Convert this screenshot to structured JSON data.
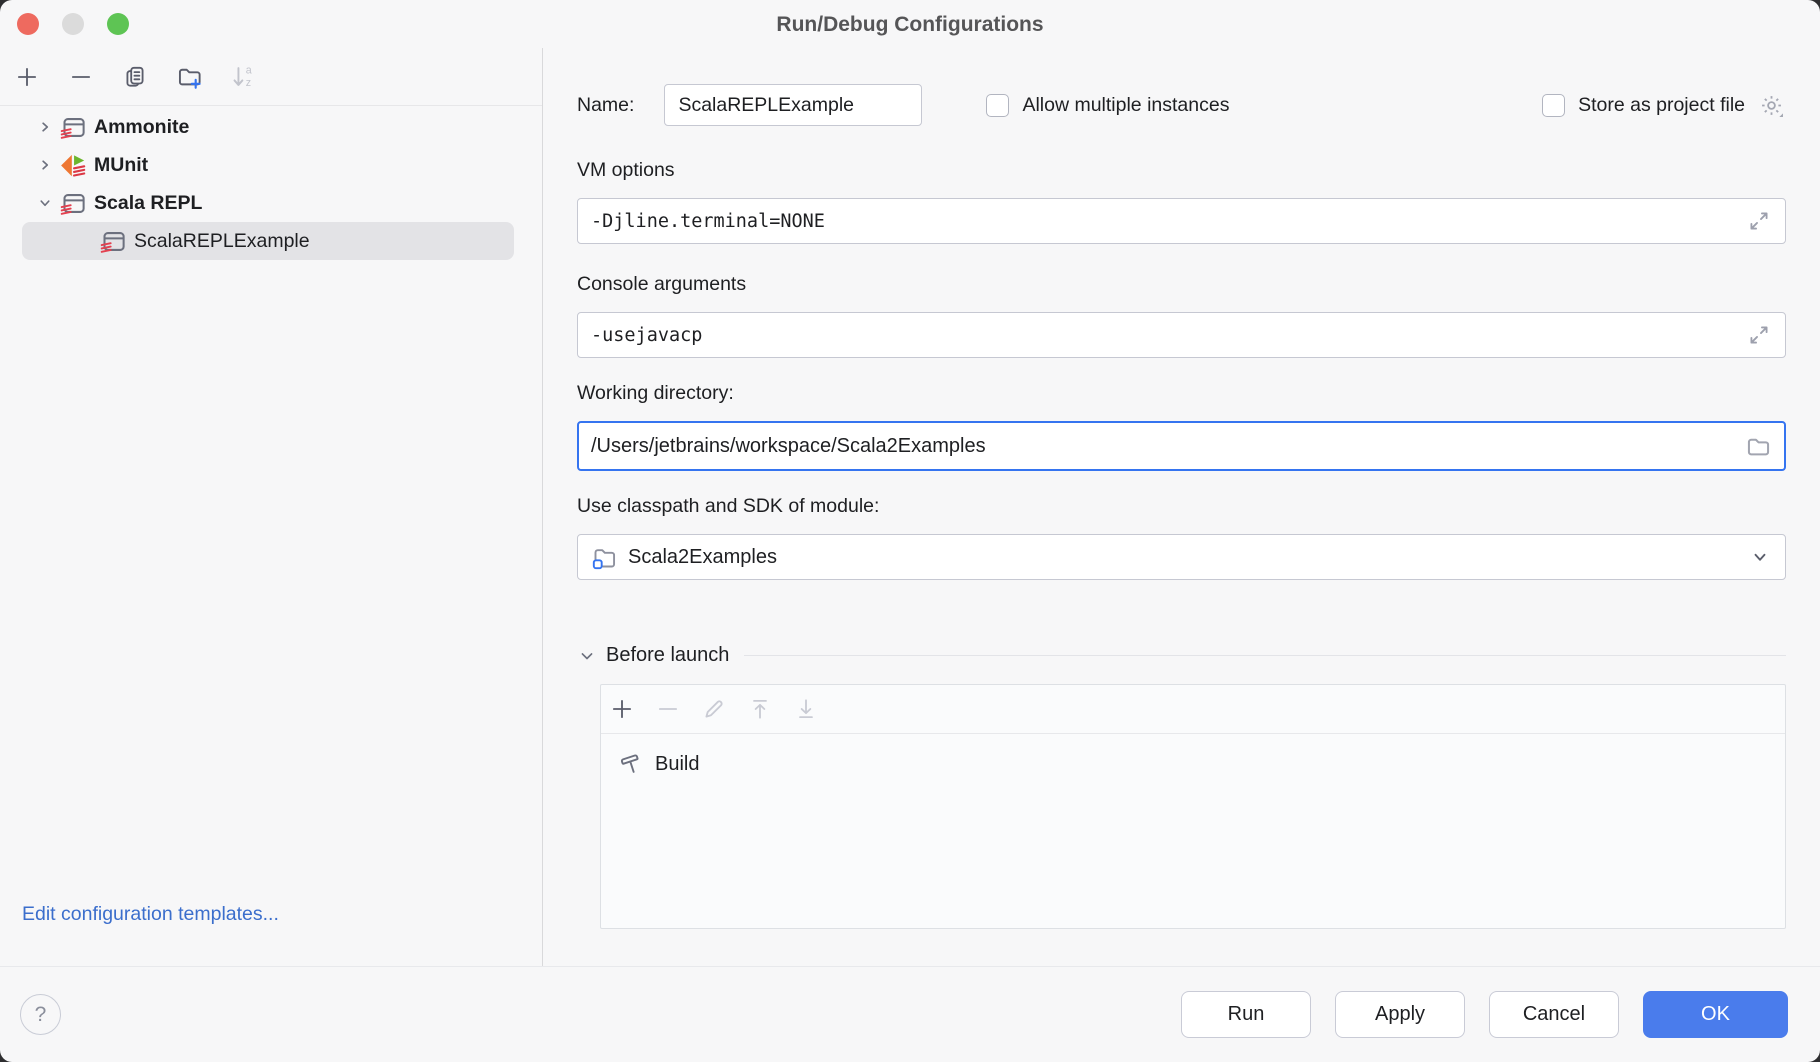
{
  "window": {
    "title": "Run/Debug Configurations"
  },
  "colors": {
    "accent_focus": "#3574f0",
    "ok_button": "#4a7cec",
    "link": "#3b6ecc",
    "selected_row": "#e3e3e6",
    "config_icon_red": "#e3404f",
    "munit_orange": "#ee7733",
    "munit_green": "#6cb52d"
  },
  "sidebar": {
    "toolbar_icons": [
      "add-icon",
      "remove-icon",
      "copy-icon",
      "new-folder-icon",
      "sort-alpha-icon"
    ],
    "tree": [
      {
        "label": "Ammonite",
        "expanded": false
      },
      {
        "label": "MUnit",
        "expanded": false
      },
      {
        "label": "Scala REPL",
        "expanded": true,
        "children": [
          {
            "label": "ScalaREPLExample",
            "selected": true
          }
        ]
      }
    ],
    "edit_templates_link": "Edit configuration templates..."
  },
  "form": {
    "name_label": "Name:",
    "name_value": "ScalaREPLExample",
    "allow_multiple_label": "Allow multiple instances",
    "allow_multiple_checked": false,
    "store_label": "Store as project file",
    "store_checked": false,
    "vm_options_label": "VM options",
    "vm_options_value": "-Djline.terminal=NONE",
    "console_args_label": "Console arguments",
    "console_args_value": "-usejavacp",
    "working_dir_label": "Working directory:",
    "working_dir_value": "/Users/jetbrains/workspace/Scala2Examples",
    "module_label": "Use classpath and SDK of module:",
    "module_value": "Scala2Examples",
    "before_launch": {
      "title": "Before launch",
      "toolbar_icons": [
        "add-icon",
        "remove-icon",
        "edit-icon",
        "move-up-icon",
        "move-down-icon"
      ],
      "tasks": [
        {
          "label": "Build",
          "icon": "hammer-icon"
        }
      ]
    }
  },
  "footer": {
    "help": "?",
    "buttons": [
      {
        "label": "Run"
      },
      {
        "label": "Apply"
      },
      {
        "label": "Cancel"
      },
      {
        "label": "OK",
        "primary": true
      }
    ]
  }
}
